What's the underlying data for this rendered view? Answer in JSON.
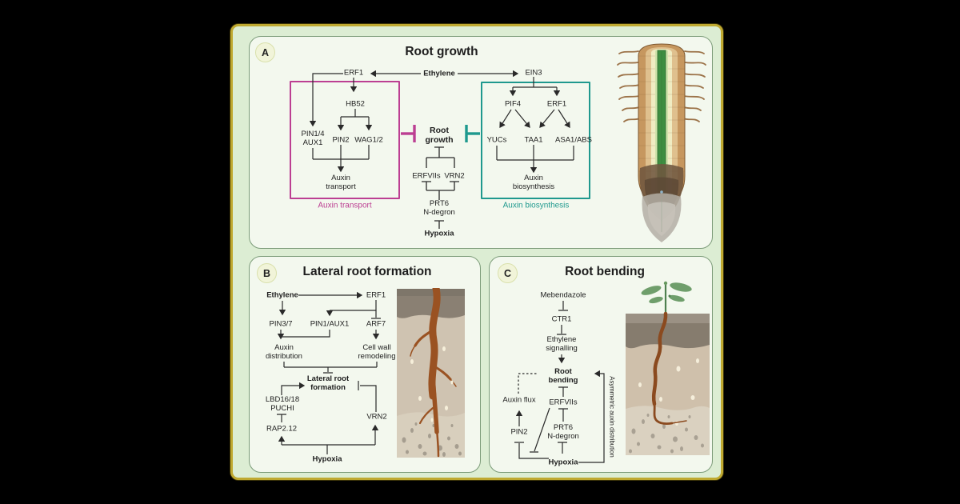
{
  "figure": {
    "background": "#000000",
    "frame_bg": "#dcedd3",
    "frame_border": "#bfa930",
    "subpanel_bg": "#f3f8ee"
  },
  "colors": {
    "accent_pink": "#bc3f92",
    "accent_teal": "#1f998e",
    "line": "#2a2a2a",
    "root_brown": "#9a5222",
    "leaf_green": "#6f9e6b"
  },
  "panelA": {
    "badge": "A",
    "title": "Root growth",
    "nodes": {
      "ethylene": "Ethylene",
      "erf1_left": "ERF1",
      "ein3": "EIN3",
      "hb52": "HB52",
      "pin14_aux1": "PIN1/4\nAUX1",
      "pin2": "PIN2",
      "wag12": "WAG1/2",
      "auxin_transport": "Auxin\ntransport",
      "root_growth": "Root\ngrowth",
      "erfviis": "ERFVIIs",
      "vrn2": "VRN2",
      "prt6": "PRT6\nN-degron",
      "hypoxia": "Hypoxia",
      "pif4": "PIF4",
      "erf1_right": "ERF1",
      "yucs": "YUCs",
      "taa1": "TAA1",
      "asa1_abs": "ASA1/ABS",
      "auxin_biosynthesis": "Auxin\nbiosynthesis"
    },
    "captions": {
      "auxin_transport": "Auxin transport",
      "auxin_biosynthesis": "Auxin biosynthesis"
    }
  },
  "panelB": {
    "badge": "B",
    "title": "Lateral root formation",
    "nodes": {
      "ethylene": "Ethylene",
      "erf1": "ERF1",
      "pin37": "PIN3/7",
      "pin1aux1": "PIN1/AUX1",
      "arf7": "ARF7",
      "auxin_distribution": "Auxin\ndistribution",
      "cell_wall": "Cell wall\nremodeling",
      "lateral_root": "Lateral root\nformation",
      "lbd_puchi": "LBD16/18\nPUCHI",
      "vrn2": "VRN2",
      "rap212": "RAP2.12",
      "hypoxia": "Hypoxia"
    }
  },
  "panelC": {
    "badge": "C",
    "title": "Root bending",
    "nodes": {
      "mebendazole": "Mebendazole",
      "ctr1": "CTR1",
      "ethylene_signalling": "Ethylene\nsignalling",
      "root_bending": "Root\nbending",
      "erfviis": "ERFVIIs",
      "prt6": "PRT6\nN-degron",
      "hypoxia": "Hypoxia",
      "auxin_flux": "Auxin flux",
      "pin2": "PIN2"
    },
    "rotated_label": "Asymmetric auxin distribution"
  }
}
